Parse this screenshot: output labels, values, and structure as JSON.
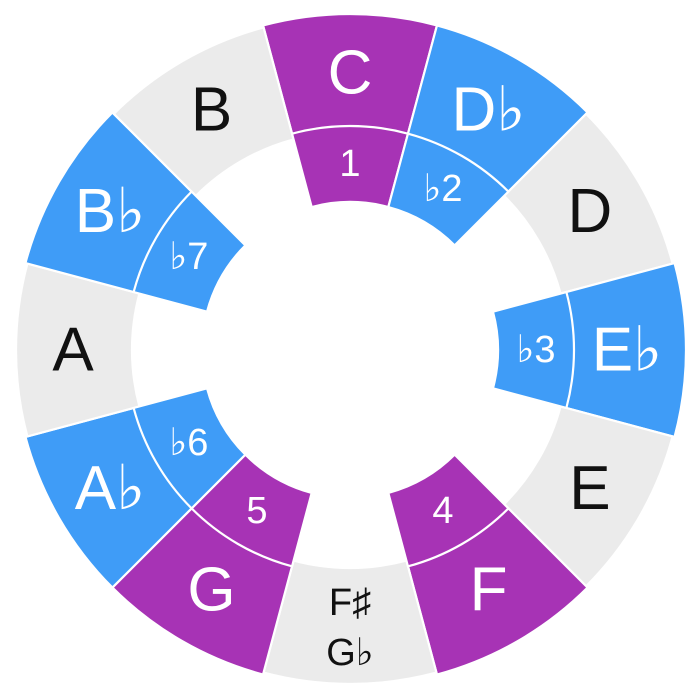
{
  "colors": {
    "in_scale": "#a733b5",
    "flat_degree": "#3f9cf7",
    "other": "#ebebeb",
    "text_on_color": "#ffffff",
    "text_on_gray": "#111111",
    "gap": "#ffffff"
  },
  "notes": [
    {
      "label": "C",
      "kind": "in_scale",
      "degree": "1"
    },
    {
      "label": "D♭",
      "kind": "flat_degree",
      "degree": "♭2"
    },
    {
      "label": "D",
      "kind": "other",
      "degree": null
    },
    {
      "label": "E♭",
      "kind": "flat_degree",
      "degree": "♭3"
    },
    {
      "label": "E",
      "kind": "other",
      "degree": null
    },
    {
      "label": "F",
      "kind": "in_scale",
      "degree": "4"
    },
    {
      "label": "F♯",
      "label2": "G♭",
      "kind": "other",
      "degree": null
    },
    {
      "label": "G",
      "kind": "in_scale",
      "degree": "5"
    },
    {
      "label": "A♭",
      "kind": "flat_degree",
      "degree": "♭6"
    },
    {
      "label": "A",
      "kind": "other",
      "degree": null
    },
    {
      "label": "B♭",
      "kind": "flat_degree",
      "degree": "♭7"
    },
    {
      "label": "B",
      "kind": "other",
      "degree": null
    }
  ]
}
